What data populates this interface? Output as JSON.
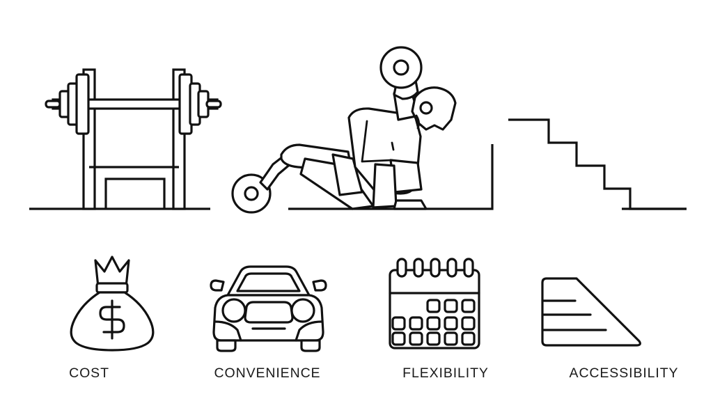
{
  "page": {
    "title": "Gym Membership Comparison Infographic",
    "background_color": "#ffffff",
    "line_color": "#111111",
    "style": "line-art outline icons"
  },
  "illustration": {
    "name": "top-illustration-strip",
    "items": [
      {
        "id": "squat-rack",
        "name": "squat-rack-with-barbell",
        "description": "Weight rack with loaded barbell resting on two uprights and a bench beneath"
      },
      {
        "id": "person-exercising",
        "name": "person-lifting-barbell",
        "description": "Person in plank / incline position pressing a barbell with plates"
      },
      {
        "id": "stairs",
        "name": "descending-stairs",
        "description": "Four descending steps leading down to ground level",
        "step_count": 4
      }
    ]
  },
  "features": {
    "name": "feature-icon-row",
    "count": 4,
    "items": [
      {
        "label": "COST",
        "icon": "money-bag-icon",
        "icon_detail": "sack of money marked with a dollar sign",
        "symbol": "$"
      },
      {
        "label": "CONVENIENCE",
        "icon": "car-front-icon",
        "icon_detail": "front view of a car with windshield, grille, headlights and wheels"
      },
      {
        "label": "FLEXIBILITY",
        "icon": "calendar-icon",
        "icon_detail": "spiral-bound wall calendar with a grid of day squares",
        "ring_count": 5,
        "day_rows": [
          3,
          5,
          5
        ]
      },
      {
        "label": "ACCESSIBILITY",
        "icon": "ramp-icon",
        "icon_detail": "wheelchair access ramp wedge with three graded lines"
      }
    ]
  }
}
